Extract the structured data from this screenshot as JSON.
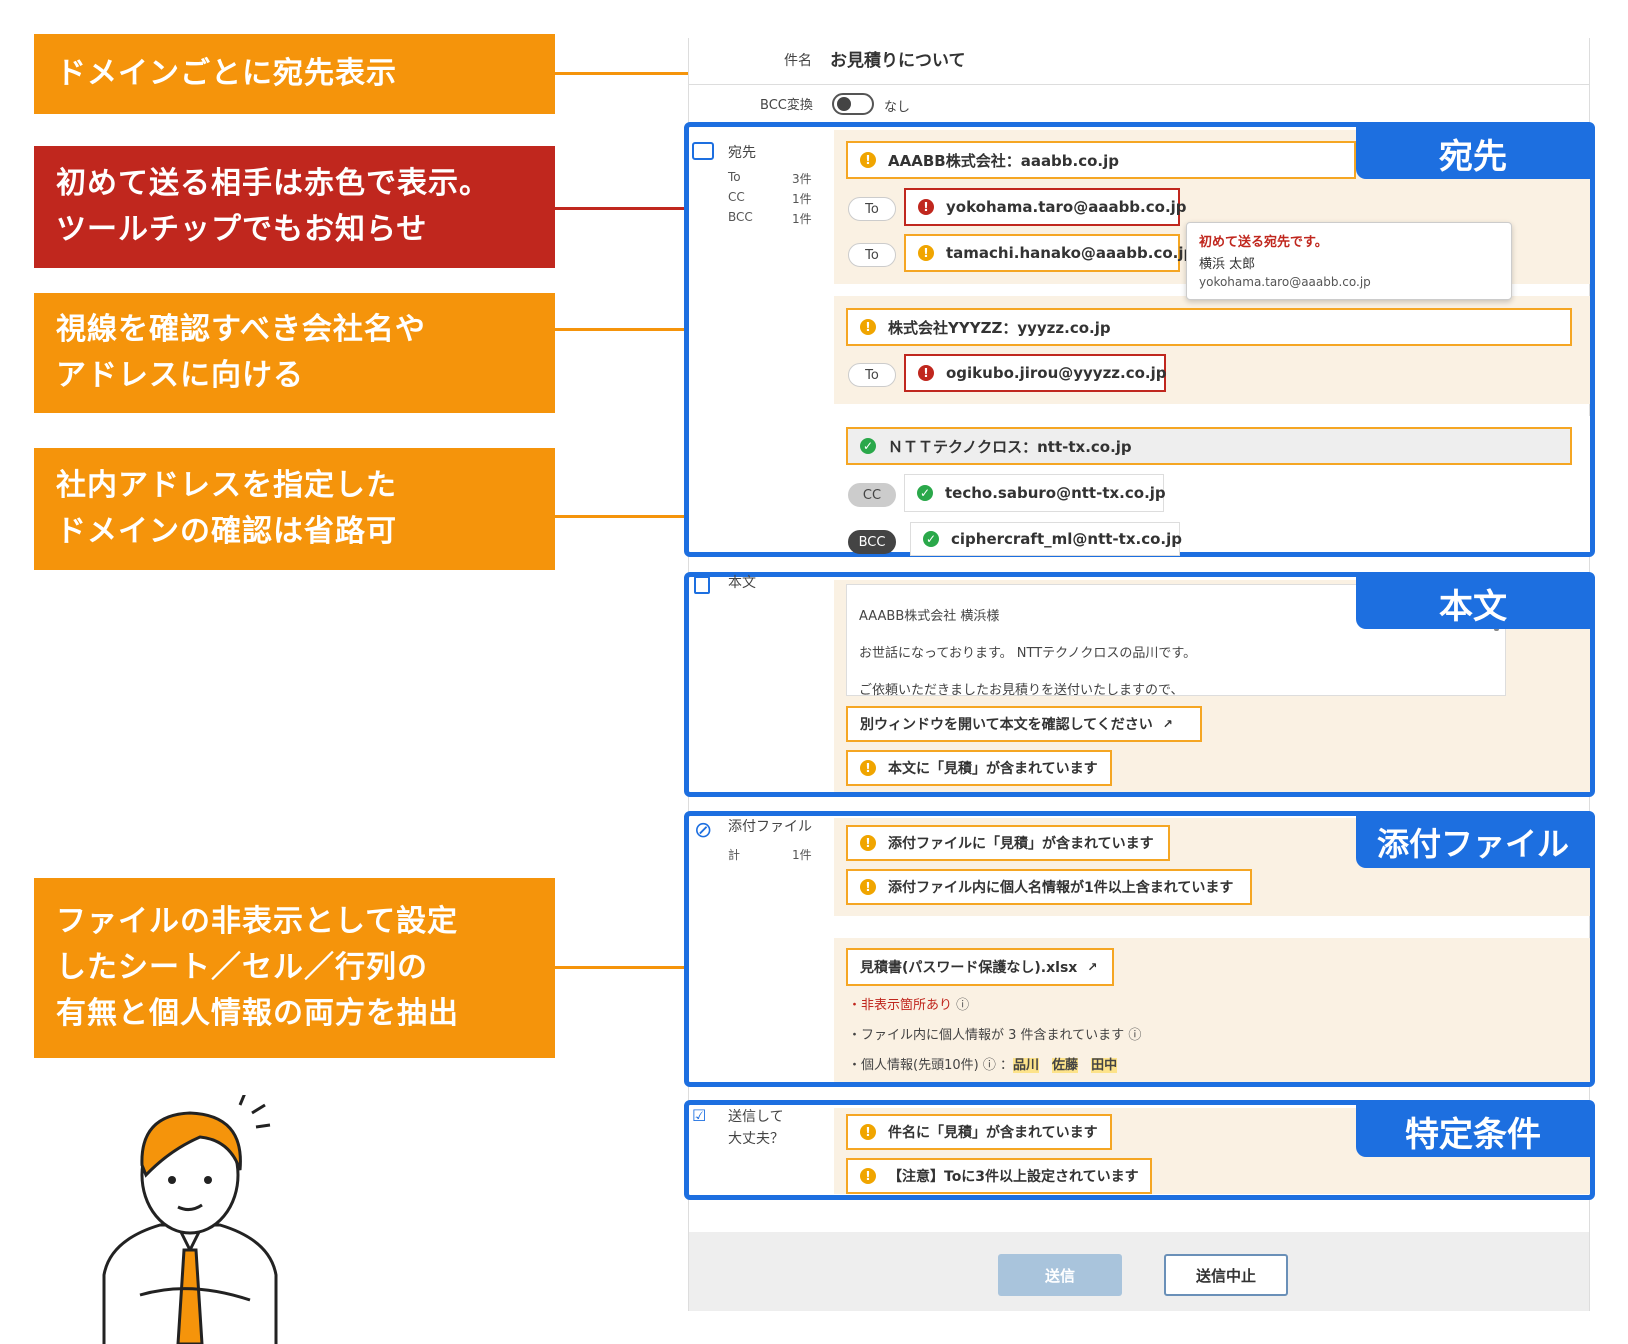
{
  "callouts": [
    {
      "lines": [
        "ドメインごとに宛先表示"
      ]
    },
    {
      "lines": [
        "初めて送る相手は赤色で表示。",
        "ツールチップでもお知らせ"
      ]
    },
    {
      "lines": [
        "視線を確認すべき会社名や",
        "アドレスに向ける"
      ]
    },
    {
      "lines": [
        "社内アドレスを指定した",
        "ドメインの確認は省路可"
      ]
    },
    {
      "lines": [
        "ファイルの非表示として設定",
        "したシート／セル／行列の",
        "有無と個人情報の両方を抽出"
      ]
    }
  ],
  "header": {
    "subject_label": "件名",
    "subject_value": "お見積りについて",
    "bcc_label": "BCC変換",
    "bcc_value": "なし"
  },
  "sections": {
    "recipients": "宛先",
    "body": "本文",
    "attach": "添付ファイル",
    "conditions": "特定条件"
  },
  "recipients": {
    "label": "宛先",
    "counts": [
      {
        "k": "To",
        "v": "3件"
      },
      {
        "k": "CC",
        "v": "1件"
      },
      {
        "k": "BCC",
        "v": "1件"
      }
    ],
    "groups": [
      {
        "domain": "AAABB株式会社：aaabb.co.jp",
        "rows": [
          {
            "type": "To",
            "addr": "yokohama.taro@aaabb.co.jp"
          },
          {
            "type": "To",
            "addr": "tamachi.hanako@aaabb.co.jp"
          }
        ]
      },
      {
        "domain": "株式会社YYYZZ：yyyzz.co.jp",
        "rows": [
          {
            "type": "To",
            "addr": "ogikubo.jirou@yyyzz.co.jp"
          }
        ]
      },
      {
        "domain": "ＮＴＴテクノクロス：ntt-tx.co.jp",
        "rows": [
          {
            "type": "CC",
            "addr": "techo.saburo@ntt-tx.co.jp"
          },
          {
            "type": "BCC",
            "addr": "ciphercraft_ml@ntt-tx.co.jp"
          }
        ]
      }
    ],
    "tooltip": {
      "title": "初めて送る宛先です。",
      "name": "横浜 太郎",
      "email": "yokohama.taro@aaabb.co.jp"
    }
  },
  "body": {
    "label": "本文",
    "lines": [
      "AAABB株式会社 横浜様",
      "お世話になっております。 NTTテクノクロスの品川です。",
      "ご依頼いただきましたお見積りを送付いたしますので、"
    ],
    "open_window": "別ウィンドウを開いて本文を確認してください",
    "warning": "本文に「見積」が含まれています"
  },
  "attach": {
    "label": "添付ファイル",
    "count_label": "計",
    "count": "1件",
    "warnings": [
      "添付ファイルに「見積」が含まれています",
      "添付ファイル内に個人名情報が1件以上含まれています"
    ],
    "file": "見積書(パスワード保護なし).xlsx",
    "hidden": "非表示箇所あり",
    "pi_count": "ファイル内に個人情報が 3 件含まれています",
    "pi_label": "個人情報(先頭10件)",
    "pi_names": [
      "品川",
      "佐藤",
      "田中"
    ]
  },
  "conditions": {
    "label1": "送信して",
    "label2": "大丈夫？",
    "warnings": [
      "件名に「見積」が含まれています",
      "【注意】Toに3件以上設定されています"
    ]
  },
  "footer": {
    "send": "送信",
    "cancel": "送信中止"
  }
}
